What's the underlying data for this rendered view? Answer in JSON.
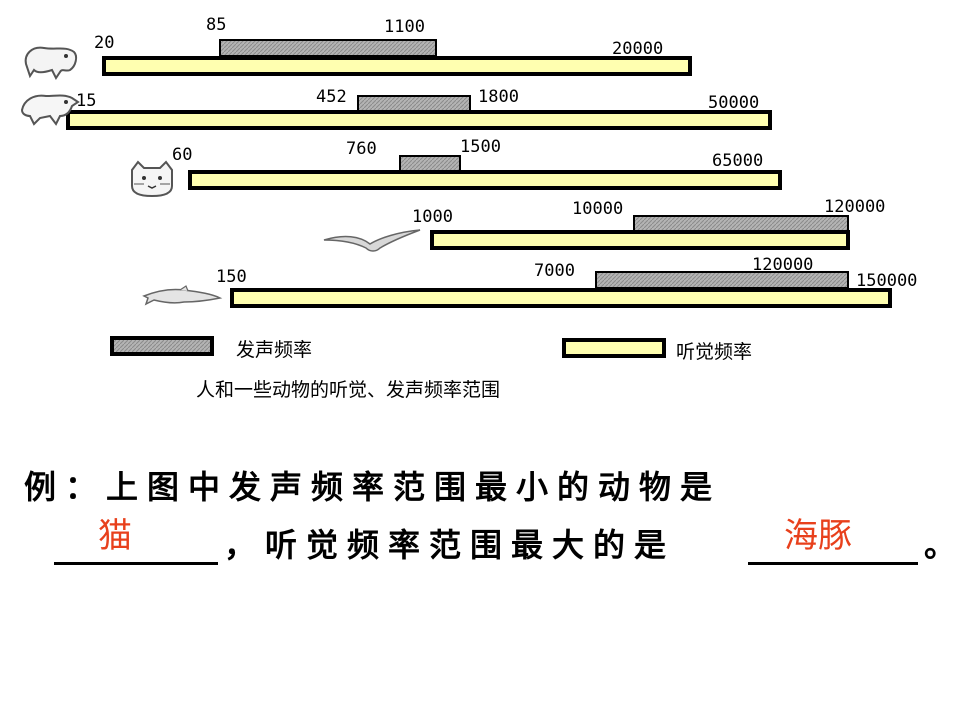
{
  "chart_data": {
    "type": "range-bar",
    "title": "",
    "caption": "人和一些动物的听觉、发声频率范围",
    "series": [
      {
        "name": "发声频率",
        "color": "#a8a8a8"
      },
      {
        "name": "听觉频率",
        "color": "#ffffb0"
      }
    ],
    "rows": [
      {
        "icon": "human-icon",
        "hearing": [
          20,
          20000
        ],
        "voice": [
          85,
          1100
        ],
        "labels": {
          "hear_min": "20",
          "hear_max": "20000",
          "voice_min": "85",
          "voice_max": "1100"
        }
      },
      {
        "icon": "dog-icon",
        "hearing": [
          15,
          50000
        ],
        "voice": [
          452,
          1800
        ],
        "labels": {
          "hear_min": "15",
          "hear_max": "50000",
          "voice_min": "452",
          "voice_max": "1800"
        }
      },
      {
        "icon": "cat-icon",
        "hearing": [
          60,
          65000
        ],
        "voice": [
          760,
          1500
        ],
        "labels": {
          "hear_min": "60",
          "hear_max": "65000",
          "voice_min": "760",
          "voice_max": "1500"
        }
      },
      {
        "icon": "bat-icon",
        "hearing": [
          1000,
          120000
        ],
        "voice": [
          10000,
          120000
        ],
        "labels": {
          "hear_min": "1000",
          "hear_max": "",
          "voice_min": "10000",
          "voice_max": "120000"
        }
      },
      {
        "icon": "dolphin-icon",
        "hearing": [
          150,
          150000
        ],
        "voice": [
          7000,
          120000
        ],
        "labels": {
          "hear_min": "150",
          "hear_max": "150000",
          "voice_min": "7000",
          "voice_max": "120000"
        }
      }
    ]
  },
  "question": {
    "line1": "例：上图中发声频率范围最小的动物是",
    "line2_mid": "，听觉频率范围最大的是",
    "line2_end": "。",
    "answer1": "猫",
    "answer2": "海豚"
  },
  "colors": {
    "answer": "#e8401c",
    "voice_bar": "#a8a8a8",
    "hearing_bar": "#ffffb0"
  }
}
